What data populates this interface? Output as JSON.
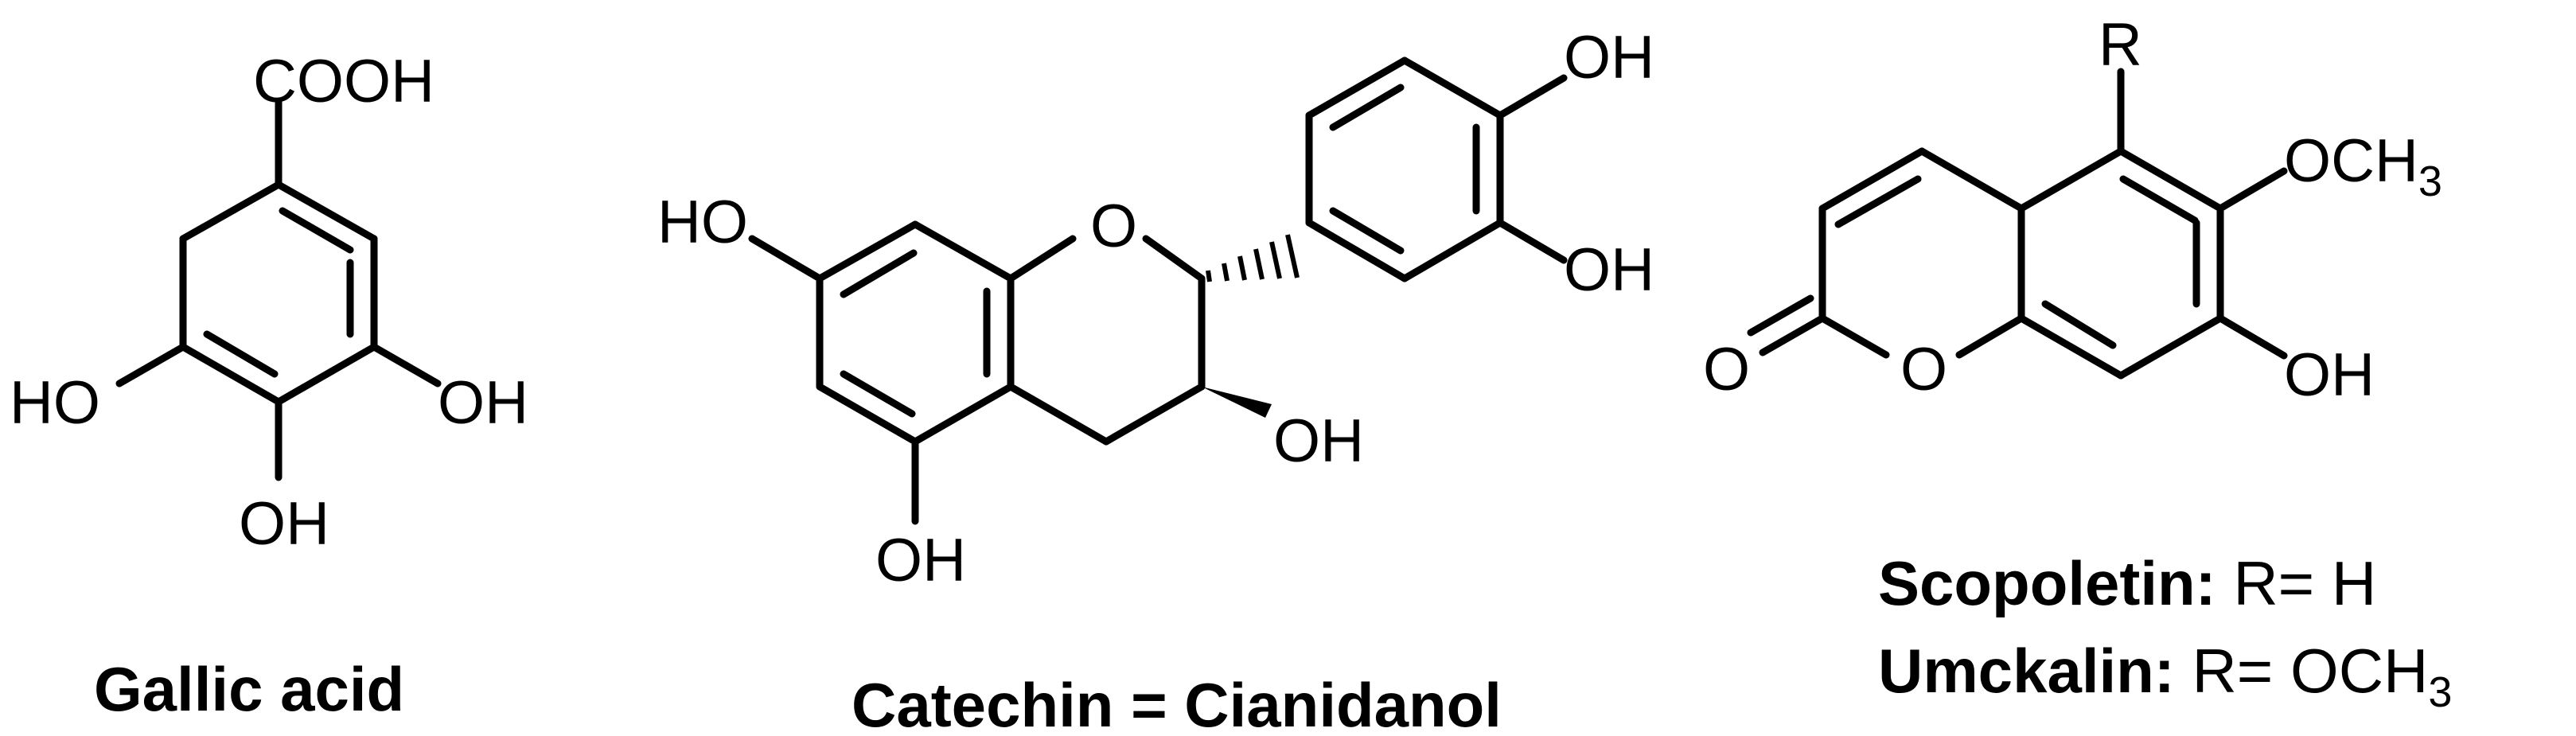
{
  "gallic": {
    "cooh": "COOH",
    "oh_left": "HO",
    "oh_right": "OH",
    "oh_bottom": "OH",
    "name": "Gallic acid"
  },
  "catechin": {
    "ho_left": "HO",
    "ring_o": "O",
    "oh_top": "OH",
    "oh_mid": "OH",
    "oh_c3": "OH",
    "oh_bottom": "OH",
    "name": "Catechin = Cianidanol"
  },
  "coumarin": {
    "r": "R",
    "och3": "OCH",
    "och3_sub": "3",
    "oxo": "O",
    "ring_o": "O",
    "oh": "OH",
    "scopoletin_name": "Scopoletin:",
    "scopoletin_r": " R= H",
    "umckalin_name": "Umckalin:",
    "umckalin_r": " R= OCH",
    "umckalin_sub": "3"
  }
}
